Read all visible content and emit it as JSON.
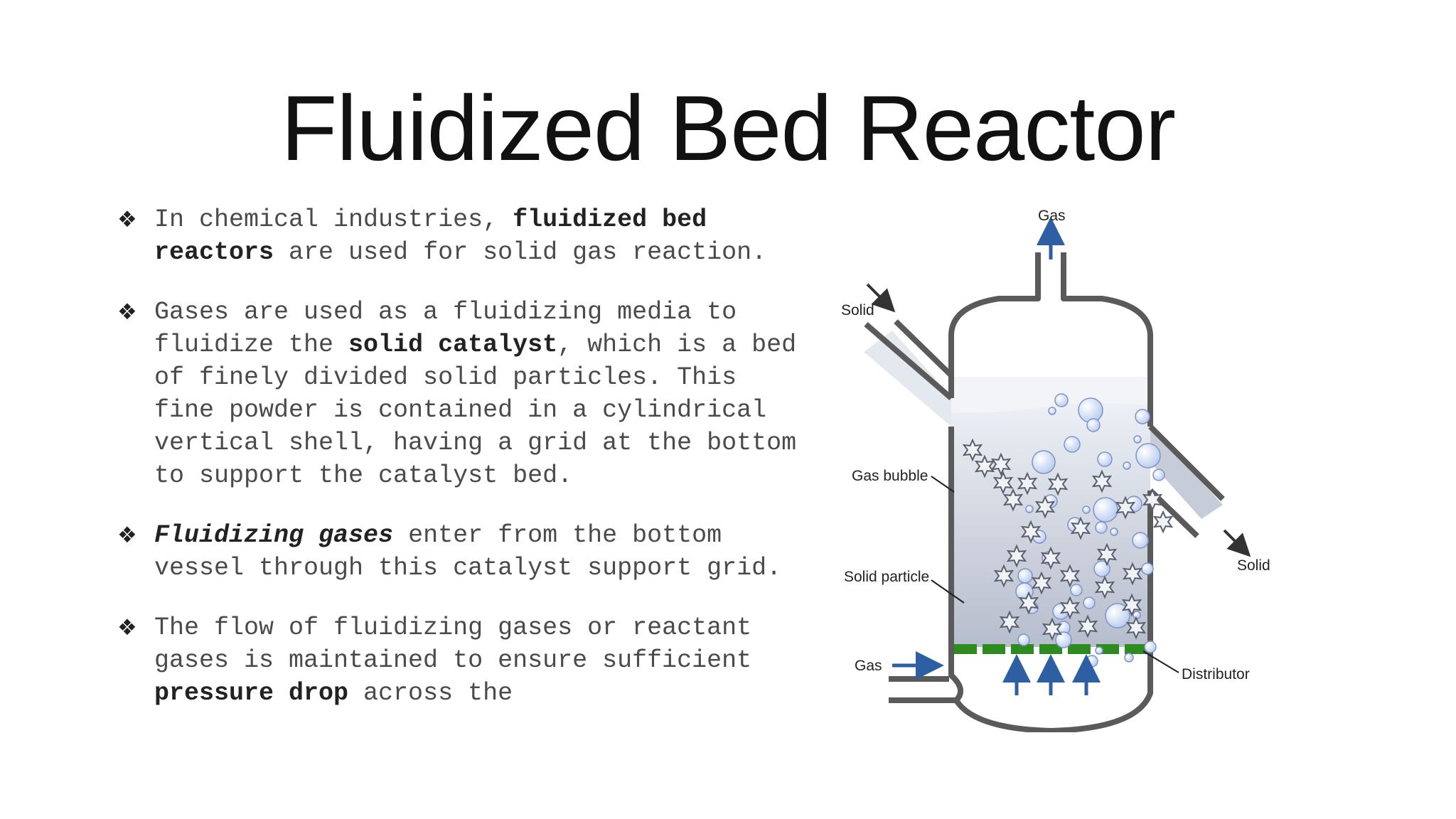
{
  "slide": {
    "title": "Fluidized Bed Reactor",
    "bullet_symbol": "❖",
    "bullets": [
      {
        "segments": [
          {
            "text": "In chemical industries, ",
            "style": "normal"
          },
          {
            "text": "fluidized bed reactors",
            "style": "bold"
          },
          {
            "text": " are used for solid gas reaction.",
            "style": "normal"
          }
        ]
      },
      {
        "segments": [
          {
            "text": "Gases are used as a fluidizing media to fluidize the ",
            "style": "normal"
          },
          {
            "text": "solid catalyst",
            "style": "bold"
          },
          {
            "text": ", which is a bed of finely divided solid particles. This fine powder is contained in a cylindrical vertical shell, having a grid at the bottom to support the catalyst bed.",
            "style": "normal"
          }
        ]
      },
      {
        "segments": [
          {
            "text": "Fluidizing gases",
            "style": "bold-italic"
          },
          {
            "text": " enter from the bottom vessel through this catalyst support grid.",
            "style": "normal"
          }
        ]
      },
      {
        "segments": [
          {
            "text": "The flow of fluidizing gases or reactant gases is maintained to ensure sufficient ",
            "style": "normal"
          },
          {
            "text": "pressure drop",
            "style": "bold"
          },
          {
            "text": " across the",
            "style": "normal"
          }
        ]
      }
    ]
  },
  "diagram": {
    "labels": {
      "gas_top": "Gas",
      "solid_in": "Solid",
      "gas_bubble": "Gas bubble",
      "solid_particle": "Solid particle",
      "gas_in": "Gas",
      "solid_out": "Solid",
      "distributor": "Distributor"
    },
    "colors": {
      "vessel_wall": "#5a5a5a",
      "arrow_blue": "#2e5fa3",
      "distributor_green": "#2e8b1f",
      "bed_fill_top": "#e9edf3",
      "bed_fill_bottom": "#b9c0cf",
      "bubble": "#c9d8f2",
      "bubble_stroke": "#7f93c9"
    },
    "icons": [
      "gas-bubble-icon",
      "solid-particle-star-icon",
      "flow-arrow-icon"
    ]
  }
}
